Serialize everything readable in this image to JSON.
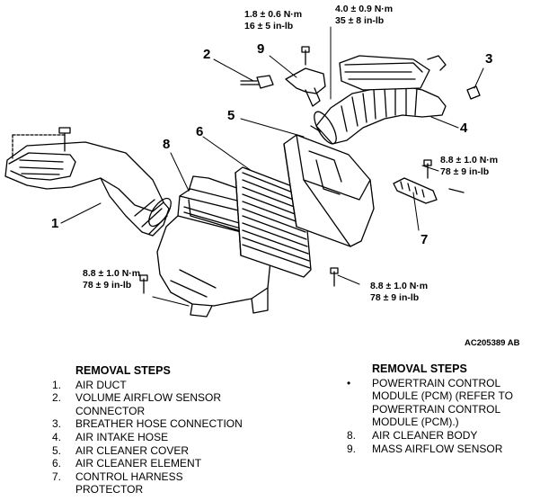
{
  "diagram": {
    "callouts": [
      "1",
      "2",
      "3",
      "4",
      "5",
      "6",
      "7",
      "8",
      "9"
    ],
    "torques": [
      {
        "nm": "1.8 ± 0.6 N·m",
        "inlb": "16 ± 5 in-lb"
      },
      {
        "nm": "4.0 ± 0.9 N·m",
        "inlb": "35 ± 8 in-lb"
      },
      {
        "nm": "8.8 ± 1.0 N·m",
        "inlb": "78 ± 9 in-lb"
      },
      {
        "nm": "8.8 ± 1.0 N·m",
        "inlb": "78 ± 9 in-lb"
      },
      {
        "nm": "8.8 ± 1.0 N·m",
        "inlb": "78 ± 9 in-lb"
      }
    ],
    "code": "AC205389 AB"
  },
  "left_steps": {
    "heading": "REMOVAL STEPS",
    "items": [
      {
        "n": "1.",
        "text": "AIR DUCT"
      },
      {
        "n": "2.",
        "text": "VOLUME AIRFLOW SENSOR CONNECTOR"
      },
      {
        "n": "3.",
        "text": "BREATHER HOSE CONNECTION"
      },
      {
        "n": "4.",
        "text": "AIR INTAKE HOSE"
      },
      {
        "n": "5.",
        "text": "AIR CLEANER COVER"
      },
      {
        "n": "6.",
        "text": "AIR CLEANER ELEMENT"
      },
      {
        "n": "7.",
        "text": "CONTROL HARNESS PROTECTOR"
      }
    ]
  },
  "right_steps": {
    "heading": "REMOVAL STEPS",
    "items": [
      {
        "n": "•",
        "text": "POWERTRAIN CONTROL MODULE (PCM) (REFER TO POWERTRAIN CONTROL MODULE (PCM).)"
      },
      {
        "n": "8.",
        "text": "AIR CLEANER BODY"
      },
      {
        "n": "9.",
        "text": "MASS AIRFLOW SENSOR"
      }
    ]
  }
}
